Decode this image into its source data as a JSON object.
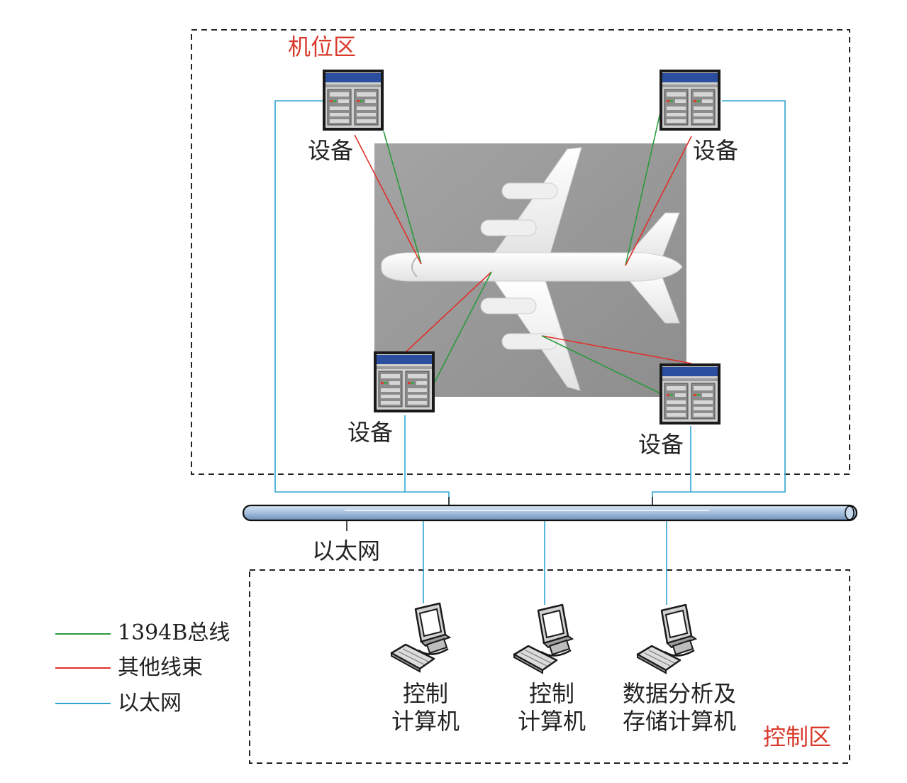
{
  "zones": {
    "apron": {
      "label": "机位区"
    },
    "control": {
      "label": "控制区"
    }
  },
  "devices": [
    {
      "label": "设备"
    },
    {
      "label": "设备"
    },
    {
      "label": "设备"
    },
    {
      "label": "设备"
    }
  ],
  "network": {
    "label": "以太网"
  },
  "computers": [
    {
      "line1": "控制",
      "line2": "计算机"
    },
    {
      "line1": "控制",
      "line2": "计算机"
    },
    {
      "line1": "数据分析及",
      "line2": "存储计算机"
    }
  ],
  "legend": [
    {
      "label": "1394B总线",
      "color": "#2a9a3c"
    },
    {
      "label": "其他线束",
      "color": "#e0302a"
    },
    {
      "label": "以太网",
      "color": "#2fa6d0"
    }
  ],
  "colors": {
    "zone_label": "#d9392b",
    "green": "#2a9a3c",
    "red": "#e0302a",
    "blue": "#2fa6d0",
    "apron_bg": "#9a9a9a"
  },
  "icons": {
    "device": "server-rack-icon",
    "computer": "desktop-computer-icon",
    "aircraft": "airplane-icon"
  }
}
